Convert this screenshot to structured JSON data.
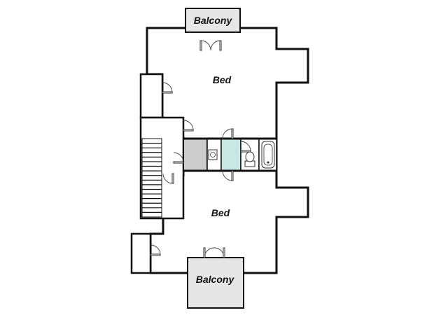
{
  "rooms": {
    "balcony_top": "Balcony",
    "bed_upper": "Bed",
    "bed_lower": "Bed",
    "balcony_bottom": "Balcony"
  },
  "colors": {
    "bedroom_fill": "#c5cfe4",
    "balcony_fill": "#e6e6e6",
    "closet_fill": "#cccccc",
    "bath_fill": "#c8e6e2",
    "hall_fill": "#ffffff",
    "wall": "#111111"
  }
}
